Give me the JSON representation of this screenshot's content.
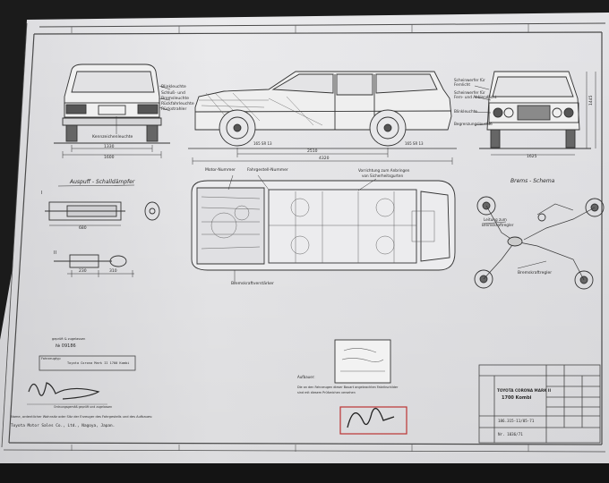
{
  "sheet": {
    "title_block": {
      "model_line1": "TOYOTA CORONA MARK II",
      "model_line2": "1700 Kombi",
      "drawing_number": "186.315-11/05-71",
      "serial": "Nr. 1036/71"
    },
    "sections": {
      "exhaust": "Auspuff - Schalldämpfer",
      "brake": "Brems - Schema"
    },
    "labels": {
      "motor_number": "Motor-Nummer",
      "chassis_number": "Fahrgestell-Nummer",
      "towing_hook": "Vorrichtung zum Anbringen",
      "towing_hook2": "von Sicherheitsgurten",
      "brake_booster": "Bremskraftverstärker",
      "brake_regulator": "Bremskraftregler",
      "brake_line": "Leitung zum",
      "brake_line2": "Bremskraftregler",
      "rear_label1": "Blinkleuchte",
      "rear_label2": "Schluß- und",
      "rear_label3": "Bremsleuchte",
      "rear_label4": "Rückfahrleuchte",
      "rear_label5": "Rückstrahler",
      "plate_light": "Kennzeichenleuchte",
      "front_label1": "Scheinwerfer für",
      "front_label2": "Fernlicht",
      "front_label3": "Scheinwerfer für",
      "front_label4": "Fern- und Abblendlicht",
      "front_label5": "Blinkleuchte",
      "front_label6": "Begrenzungsleuchte",
      "roman_1": "I",
      "roman_2": "II",
      "number_stamp": "№ 09186",
      "number_stamp_head": "geprüft & zugelassen",
      "vehicle_box_label": "Fahrzeugtyp",
      "vehicle_box_value": "Toyota Corona Mark II 1700 Kombi",
      "stamp_caption": "Aufbauer:",
      "approval_note": "Die an den Fahrzeugen dieser Bauart angebrachten Fabrikschilder",
      "approval_note2": "sind mit diesem Prüfzeichen versehen",
      "signature_caption": "Ordnungsgemäß geprüft und zugelassen",
      "footer_note": "Name, ordentlicher Wohnsitz oder Sitz der Erzeuger des Fahrgestells und des Aufbaues:",
      "footer_company": "Toyota Motor Sales Co., Ltd., Nagoya, Japan."
    },
    "dimensions": {
      "rear_track": "1330",
      "rear_width": "1600",
      "wheelbase": "2510",
      "length": "4320",
      "front_track": "1625",
      "height": "1445",
      "exhaust_len": "680",
      "exhaust_sub1": "230",
      "exhaust_sub2": "310"
    },
    "tires": {
      "front": "165 SR 13",
      "rear": "165 SR 13"
    }
  }
}
